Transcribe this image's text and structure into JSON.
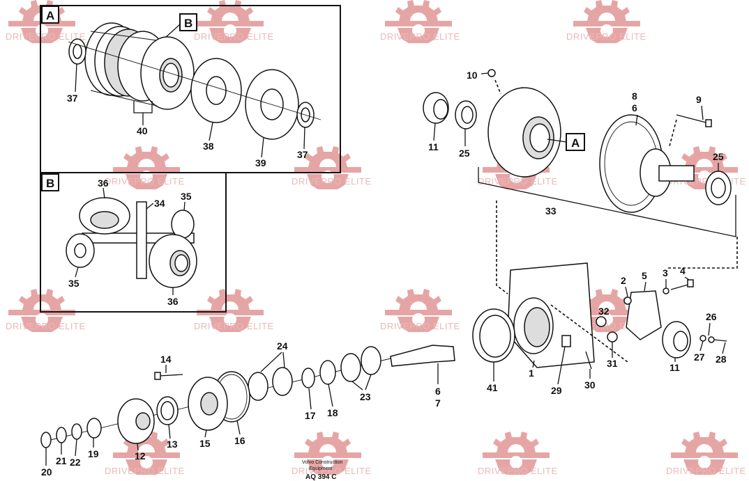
{
  "watermark": {
    "text": "DRIVEPRO ELITE",
    "color": "#e29595"
  },
  "boxes": [
    {
      "id": "box-a-top",
      "label": "A"
    },
    {
      "id": "box-b-inner",
      "label": "B"
    },
    {
      "id": "box-b-left",
      "label": "B"
    },
    {
      "id": "box-a-right",
      "label": "A"
    }
  ],
  "parts": {
    "p37a": "37",
    "p40": "40",
    "p38": "38",
    "p39": "39",
    "p37b": "37",
    "p36a": "36",
    "p34": "34",
    "p35a": "35",
    "p35b": "35",
    "p36b": "36",
    "p10": "10",
    "p8": "8",
    "p6": "6",
    "p9": "9",
    "p11a": "11",
    "p25a": "25",
    "p25b": "25",
    "p33": "33",
    "p2": "2",
    "p5": "5",
    "p3": "3",
    "p4": "4",
    "p32": "32",
    "p26": "26",
    "p31": "31",
    "p27": "27",
    "p28": "28",
    "p11b": "11",
    "p1": "1",
    "p41": "41",
    "p29": "29",
    "p30": "30",
    "p6b": "6",
    "p7": "7",
    "p24": "24",
    "p14": "14",
    "p23": "23",
    "p17": "17",
    "p18": "18",
    "p16": "16",
    "p15": "15",
    "p13": "13",
    "p12": "12",
    "p19": "19",
    "p22": "22",
    "p21": "21",
    "p20": "20"
  },
  "footer": {
    "line1": "Volvo Construction",
    "line2": "Equipment",
    "code": "AQ 394 C"
  }
}
